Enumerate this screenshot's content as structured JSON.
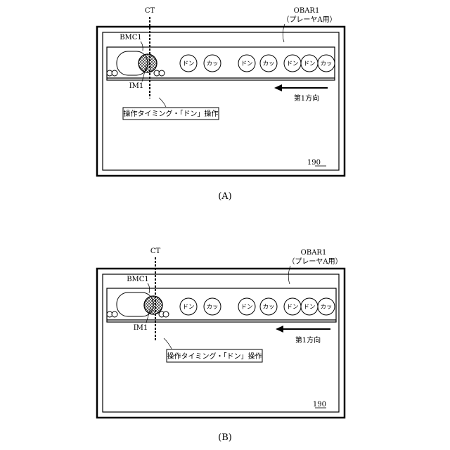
{
  "figure": {
    "A": {
      "caption": "(A)",
      "ct_label": "CT",
      "bar_label": "OBAR1",
      "bar_sublabel": "（プレーヤA用）",
      "marker_label": "BMC1",
      "image_label": "IM1",
      "direction_label": "第1方向",
      "timing_text": "操作タイミング・「ドン」操作",
      "screen_ref": "190",
      "notes": [
        "ドン",
        "カッ",
        "ドン",
        "カッ",
        "ドン",
        "ドン",
        "カッ"
      ]
    },
    "B": {
      "caption": "(B)",
      "ct_label": "CT",
      "bar_label": "OBAR1",
      "bar_sublabel": "（プレーヤA用）",
      "marker_label": "BMC1",
      "image_label": "IM1",
      "direction_label": "第1方向",
      "timing_text": "操作タイミング・「ドン」操作",
      "screen_ref": "190",
      "notes": [
        "ドン",
        "カッ",
        "ドン",
        "カッ",
        "ドン",
        "ドン",
        "カッ"
      ]
    }
  }
}
